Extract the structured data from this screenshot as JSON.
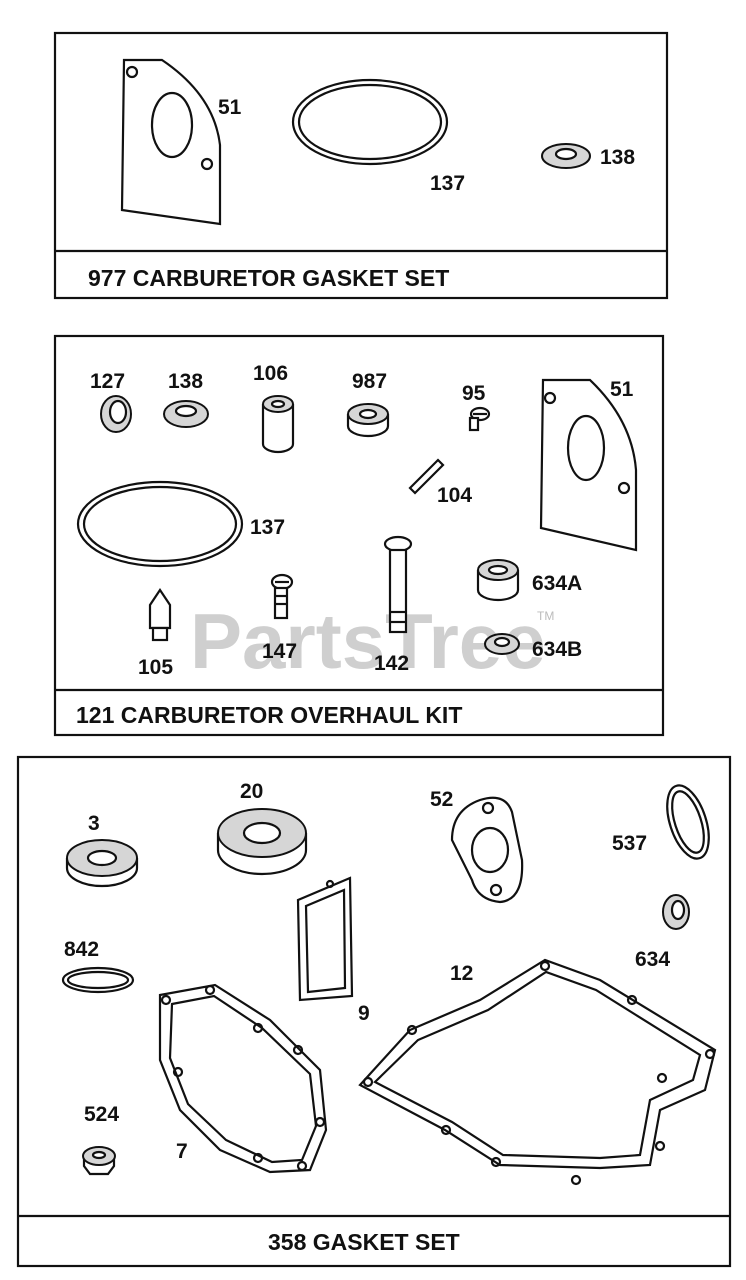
{
  "watermark": {
    "text": "PartsTree",
    "trademark": "TM"
  },
  "kits": [
    {
      "title": "977 CARBURETOR GASKET SET",
      "labels": {
        "p51": "51",
        "p137": "137",
        "p138": "138"
      }
    },
    {
      "title": "121 CARBURETOR OVERHAUL KIT",
      "labels": {
        "p127": "127",
        "p138": "138",
        "p106": "106",
        "p987": "987",
        "p95": "95",
        "p51": "51",
        "p104": "104",
        "p137": "137",
        "p634a": "634A",
        "p105": "105",
        "p147": "147",
        "p142": "142",
        "p634b": "634B"
      }
    },
    {
      "title": "358 GASKET SET",
      "labels": {
        "p3": "3",
        "p20": "20",
        "p52": "52",
        "p537": "537",
        "p842": "842",
        "p9": "9",
        "p12": "12",
        "p634": "634",
        "p524": "524",
        "p7": "7"
      }
    }
  ]
}
